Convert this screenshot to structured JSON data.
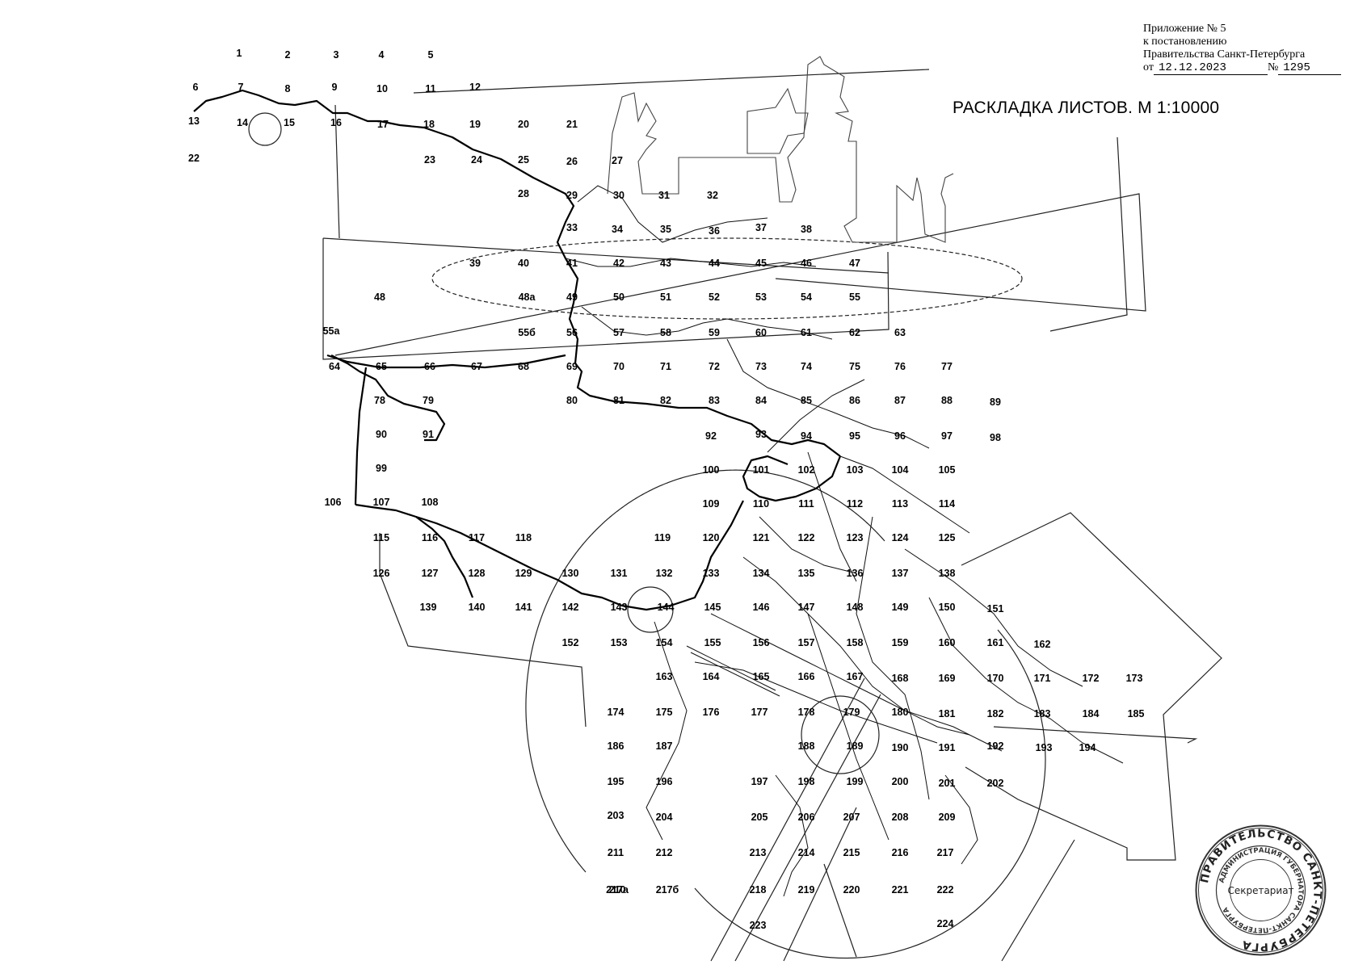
{
  "header": {
    "line1": "Приложение № 5",
    "line2": "к постановлению",
    "line3": "Правительства Санкт-Петербурга",
    "date_prefix": "от",
    "date": "12.12.2023",
    "number_prefix": "№",
    "number": "1295"
  },
  "title": "РАСКЛАДКА ЛИСТОВ. М 1:10000",
  "stamp": {
    "outer_text": "ПРАВИТЕЛЬСТВО САНКТ-ПЕТЕРБУРГА",
    "inner_text": "АДМИНИСТРАЦИЯ ГУБЕРНАТОРА САНКТ-ПЕТЕРБУРГА",
    "center_text": "Секретариат"
  },
  "sheets": [
    "1",
    "2",
    "3",
    "4",
    "5",
    "6",
    "7",
    "8",
    "9",
    "10",
    "11",
    "12",
    "13",
    "14",
    "15",
    "16",
    "17",
    "18",
    "19",
    "20",
    "21",
    "22",
    "23",
    "24",
    "25",
    "26",
    "27",
    "28",
    "29",
    "30",
    "31",
    "32",
    "33",
    "34",
    "35",
    "36",
    "37",
    "38",
    "39",
    "40",
    "41",
    "42",
    "43",
    "44",
    "45",
    "46",
    "47",
    "48",
    "48а",
    "49",
    "50",
    "51",
    "52",
    "53",
    "54",
    "55",
    "55а",
    "55б",
    "56",
    "57",
    "58",
    "59",
    "60",
    "61",
    "62",
    "63",
    "64",
    "65",
    "66",
    "67",
    "68",
    "69",
    "70",
    "71",
    "72",
    "73",
    "74",
    "75",
    "76",
    "77",
    "78",
    "79",
    "80",
    "81",
    "82",
    "83",
    "84",
    "85",
    "86",
    "87",
    "88",
    "89",
    "90",
    "91",
    "92",
    "93",
    "94",
    "95",
    "96",
    "97",
    "98",
    "99",
    "100",
    "101",
    "102",
    "103",
    "104",
    "105",
    "106",
    "107",
    "108",
    "109",
    "110",
    "111",
    "112",
    "113",
    "114",
    "115",
    "116",
    "117",
    "118",
    "119",
    "120",
    "121",
    "122",
    "123",
    "124",
    "125",
    "126",
    "127",
    "128",
    "129",
    "130",
    "131",
    "132",
    "133",
    "134",
    "135",
    "136",
    "137",
    "138",
    "139",
    "140",
    "141",
    "142",
    "143",
    "144",
    "145",
    "146",
    "147",
    "148",
    "149",
    "150",
    "151",
    "152",
    "153",
    "154",
    "155",
    "156",
    "157",
    "158",
    "159",
    "160",
    "161",
    "162",
    "163",
    "164",
    "165",
    "166",
    "167",
    "168",
    "169",
    "170",
    "171",
    "172",
    "173",
    "174",
    "175",
    "176",
    "177",
    "178",
    "179",
    "180",
    "181",
    "182",
    "183",
    "184",
    "185",
    "186",
    "187",
    "188",
    "189",
    "190",
    "191",
    "192",
    "193",
    "194",
    "195",
    "196",
    "197",
    "198",
    "199",
    "200",
    "201",
    "202",
    "203",
    "204",
    "205",
    "206",
    "207",
    "208",
    "209",
    "210",
    "211",
    "212",
    "213",
    "214",
    "215",
    "216",
    "217",
    "217а",
    "217б",
    "218",
    "219",
    "220",
    "221",
    "222",
    "223",
    "224"
  ]
}
